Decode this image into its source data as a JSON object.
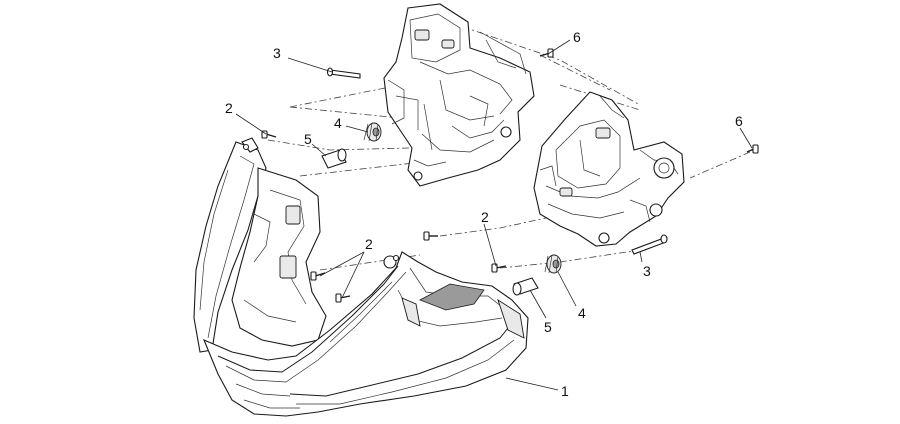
{
  "diagram": {
    "callouts": {
      "n1": "1",
      "n2a": "2",
      "n2b": "2",
      "n2c": "2",
      "n3a": "3",
      "n3b": "3",
      "n4a": "4",
      "n4b": "4",
      "n5a": "5",
      "n5b": "5",
      "n6a": "6",
      "n6b": "6"
    }
  }
}
